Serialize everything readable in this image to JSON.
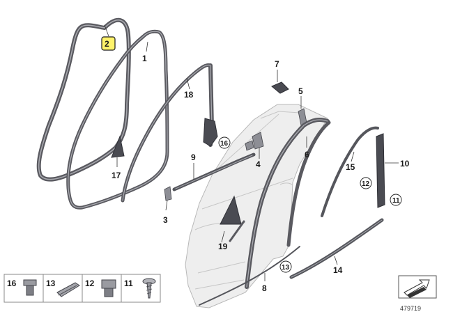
{
  "diagram": {
    "reference_number": "479719",
    "labels": {
      "p1": "1",
      "p2": "2",
      "p3": "3",
      "p4": "4",
      "p5": "5",
      "p6": "6",
      "p7": "7",
      "p8": "8",
      "p9": "9",
      "p10": "10",
      "p11": "11",
      "p12": "12",
      "p13": "13",
      "p14": "14",
      "p15": "15",
      "p16": "16",
      "p17": "17",
      "p18": "18",
      "p19": "19"
    },
    "circled": {
      "c16": "16",
      "c12": "12",
      "c11": "11",
      "c13": "13"
    },
    "legend": [
      {
        "label": "16",
        "icon": "clip-icon"
      },
      {
        "label": "13",
        "icon": "strip-clip-icon"
      },
      {
        "label": "12",
        "icon": "bracket-clip-icon"
      },
      {
        "label": "11",
        "icon": "screw-icon"
      }
    ],
    "highlight_color": "#fff36b"
  }
}
